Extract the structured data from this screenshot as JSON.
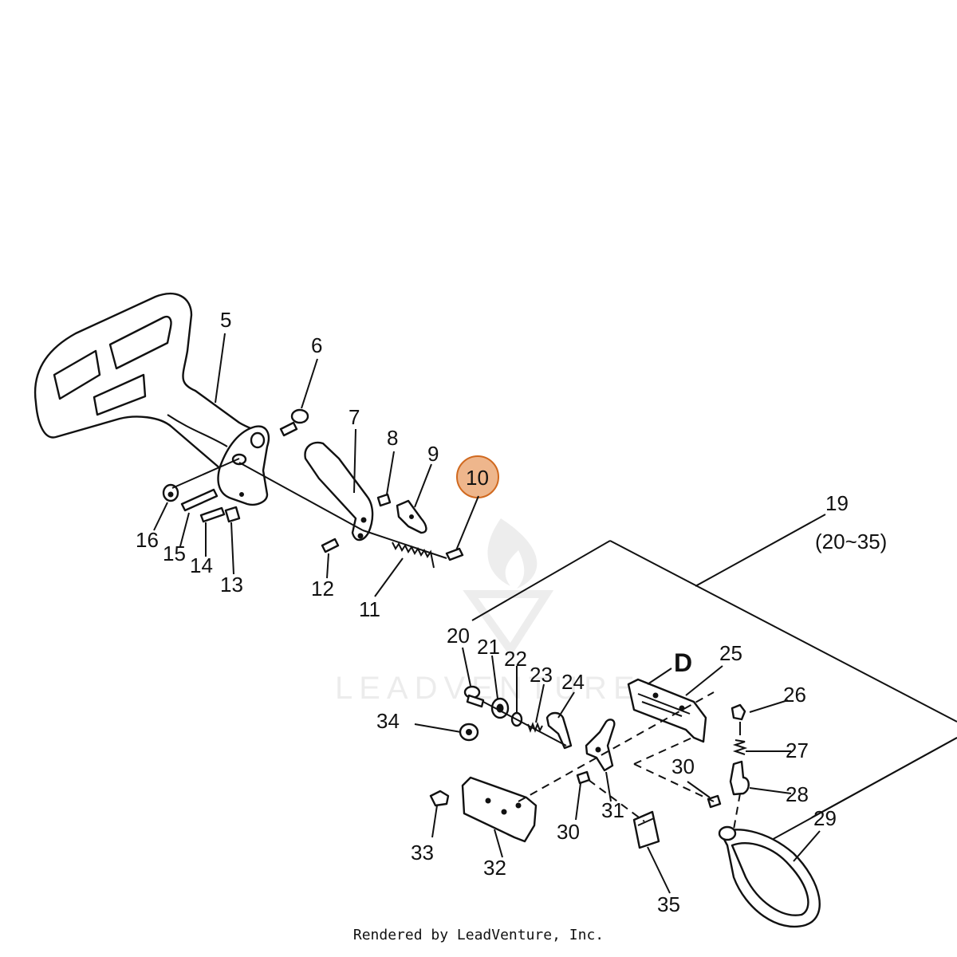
{
  "callouts": {
    "p5": "5",
    "p6": "6",
    "p7": "7",
    "p8": "8",
    "p9": "9",
    "p10": "10",
    "p11": "11",
    "p12": "12",
    "p13": "13",
    "p14": "14",
    "p15": "15",
    "p16": "16",
    "p19": "19",
    "p19range": "(20~35)",
    "p20": "20",
    "p21": "21",
    "p22": "22",
    "p23": "23",
    "p24": "24",
    "p25": "25",
    "p26": "26",
    "p27": "27",
    "p28": "28",
    "p29": "29",
    "p30a": "30",
    "p30b": "30",
    "p31": "31",
    "p32": "32",
    "p33": "33",
    "p34": "34",
    "p35": "35",
    "section_d": "D"
  },
  "highlight": {
    "part": "10",
    "color": "#e07a2e"
  },
  "watermark": {
    "text": "LEADVENTURE"
  },
  "footer": {
    "text": "Rendered by LeadVenture, Inc."
  }
}
